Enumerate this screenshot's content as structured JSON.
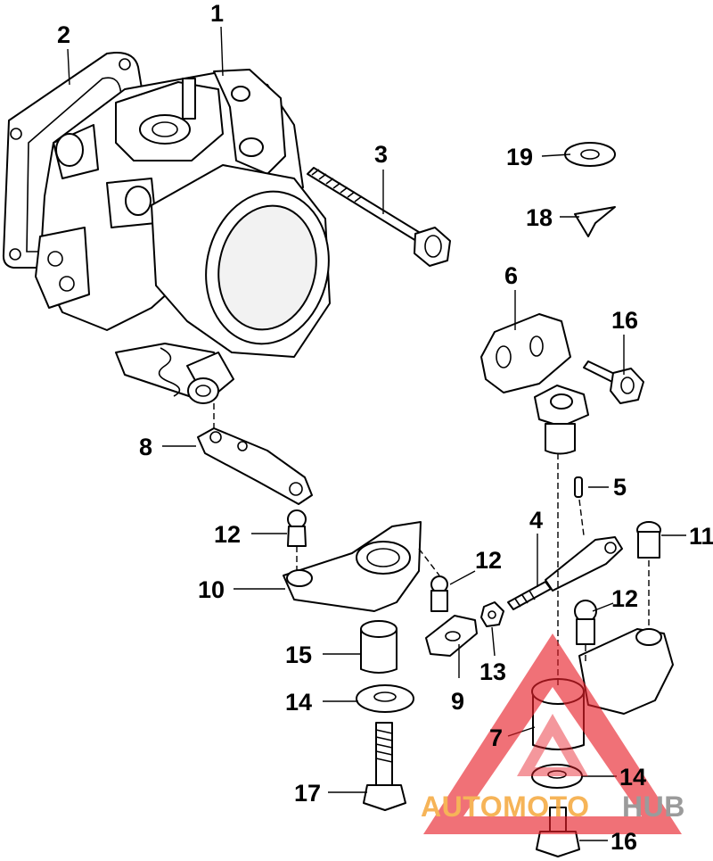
{
  "diagram": {
    "callouts": {
      "c1": "1",
      "c2": "2",
      "c3": "3",
      "c4": "4",
      "c5": "5",
      "c6": "6",
      "c7": "7",
      "c8": "8",
      "c9": "9",
      "c10": "10",
      "c11": "11",
      "c12a": "12",
      "c12b": "12",
      "c12c": "12",
      "c13": "13",
      "c14a": "14",
      "c14b": "14",
      "c15": "15",
      "c16a": "16",
      "c16b": "16",
      "c17": "17",
      "c18": "18",
      "c19": "19"
    }
  },
  "watermark": {
    "word_primary": "AUTOMOTO",
    "word_secondary": "HUB",
    "color_primary": "#f5a83c",
    "color_secondary": "#8a8a8a",
    "triangle_color": "#e8202a"
  }
}
